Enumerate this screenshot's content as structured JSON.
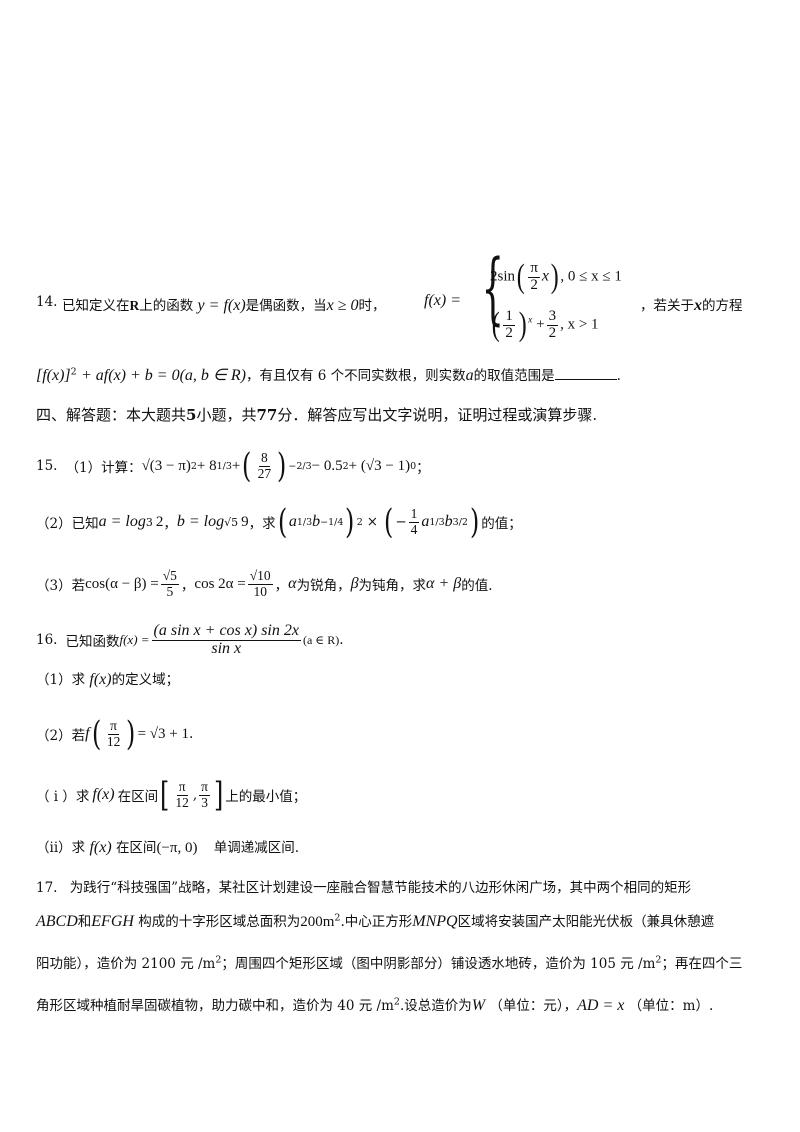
{
  "q14": {
    "number": "14.",
    "intro_a": "已知定义在",
    "R": "R",
    "intro_b": "上的函数",
    "func": "y = f(x)",
    "intro_c": "是偶函数，当",
    "cond": "x ≥ 0",
    "intro_d": "时，",
    "fx": "f(x) =",
    "case1_a": "2sin",
    "case1_frac_num": "π",
    "case1_frac_den": "2",
    "case1_b": "x",
    "case1_cond": ", 0 ≤ x ≤ 1",
    "case2_frac_num": "1",
    "case2_frac_den": "2",
    "case2_exp": "x",
    "case2_plus": "+",
    "case2_frac2_num": "3",
    "case2_frac2_den": "2",
    "case2_cond": ", x > 1",
    "tail": "，若关于",
    "tail_x": "x",
    "tail_b": "的方程",
    "eq": "[f(x)]",
    "eq_exp": "2",
    "eq_rest": "+ af(x) + b = 0(a, b ∈ R)",
    "eq_tail": "，有且仅有 6 个不同实数根，则实数",
    "eq_a": "a",
    "eq_tail2": "的取值范围是",
    "end": "."
  },
  "section4": {
    "text_a": "四、解答题：本大题共",
    "n1": "5",
    "text_b": "小题，共",
    "n2": "77",
    "text_c": "分．解答应写出文字说明，证明过程或演算步骤."
  },
  "q15": {
    "number": "15.",
    "p1_label": "（1）计算：",
    "p1_expr_a": "√(3 − π)",
    "p1_sq": "2",
    "p1_expr_b": "+ 8",
    "p1_exp1": "1/3",
    "p1_expr_c": "+",
    "p1_frac_num": "8",
    "p1_frac_den": "27",
    "p1_exp2": "−2/3",
    "p1_expr_d": "− 0.5",
    "p1_exp3": "2",
    "p1_expr_e": "+ (√3 − 1)",
    "p1_exp4": "0",
    "p1_end": "；",
    "p2_label": "（2）已知",
    "p2_a": "a = log",
    "p2_a_sub": "3",
    "p2_a_val": "2",
    "p2_b": "b = log",
    "p2_b_sub": "√5",
    "p2_b_val": "9",
    "p2_mid": "，求",
    "p2_expr": "a",
    "p2_e1": "1/3",
    "p2_expr_b": "b",
    "p2_e2": "−1/4",
    "p2_e3": "2",
    "p2_times": "×",
    "p2_paren": "−",
    "p2_frac_num": "1",
    "p2_frac_den": "4",
    "p2_e4": "1/3",
    "p2_e5": "3/2",
    "p2_end": "的值；",
    "p3_label": "（3）若",
    "p3_cos": "cos(α − β) =",
    "p3_frac_num": "√5",
    "p3_frac_den": "5",
    "p3_cos2": "cos 2α =",
    "p3_frac2_num": "√10",
    "p3_frac2_den": "10",
    "p3_alpha": "α",
    "p3_t1": "为锐角，",
    "p3_beta": "β",
    "p3_t2": "为钝角，求",
    "p3_sum": "α + β",
    "p3_end": "的值."
  },
  "q16": {
    "number": "16.",
    "intro": "已知函数",
    "fx": "f(x) =",
    "frac_num": "(a sin x + cos x) sin 2x",
    "frac_den": "sin x",
    "domain": "(a ∈ R)",
    "end": ".",
    "p1_label": "（1）求",
    "p1_fx": "f(x)",
    "p1_end": "的定义域；",
    "p2_label": "（2）若",
    "p2_f": "f",
    "p2_frac_num": "π",
    "p2_frac_den": "12",
    "p2_rhs": "= √3 + 1",
    "p2_end": ".",
    "pi_label": "（ i ）求",
    "pi_fx": "f(x)",
    "pi_mid": "在区间",
    "pi_frac_num1": "π",
    "pi_frac_den1": "12",
    "pi_comma": ",",
    "pi_frac_num2": "π",
    "pi_frac_den2": "3",
    "pi_end": "上的最小值；",
    "pii_label": "（ii）求",
    "pii_fx": "f(x)",
    "pii_mid": "在区间",
    "pii_interval": "(−π, 0)",
    "pii_end": "单调递减区间."
  },
  "q17": {
    "number": "17.",
    "line1": "为践行“科技强国”战略，某社区计划建设一座融合智慧节能技术的八边形休闲广场，其中两个相同的矩形",
    "l2_abcd": "ABCD",
    "l2_and": "和",
    "l2_efgh": "EFGH",
    "l2_t1": "构成的十字形区域总面积为",
    "l2_area": "200m",
    "l2_area_exp": "2",
    "l2_t2": ".中心正方形",
    "l2_mnpq": "MNPQ",
    "l2_t3": "区域将安装国产太阳能光伏板（兼具休憩遮",
    "l3_t1": "阳功能），造价为 2100 元 /m",
    "l3_e1": "2",
    "l3_t2": "；周围四个矩形区域（图中阴影部分）铺设透水地砖，造价为 105 元 /m",
    "l3_e2": "2",
    "l3_t3": "；再在四个三",
    "l4_t1": "角形区域种植耐旱固碳植物，助力碳中和，造价为 40 元 /m",
    "l4_e1": "2",
    "l4_t2": ".设总造价为",
    "l4_w": "W",
    "l4_t3": "（单位：元），",
    "l4_ad": "AD = x",
    "l4_t4": "（单位：m）."
  }
}
